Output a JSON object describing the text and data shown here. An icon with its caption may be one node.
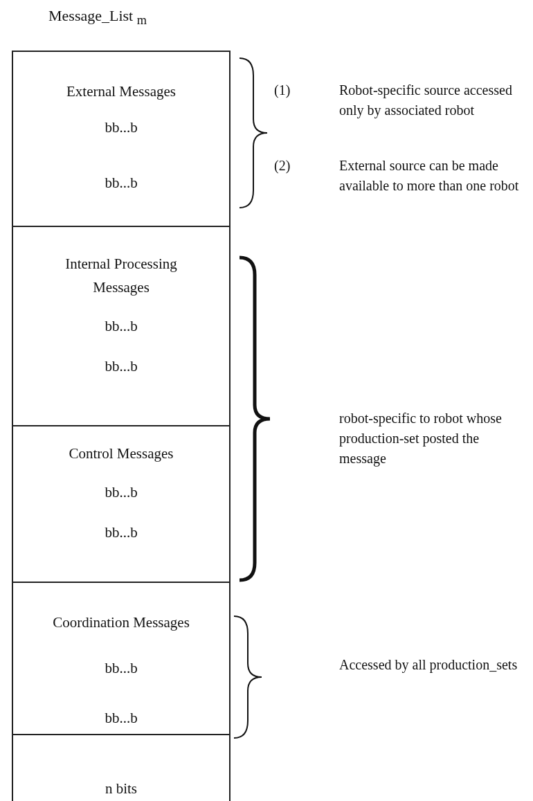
{
  "diagram": {
    "title": "Message_List $_{m}$",
    "nodes": [
      {
        "text": [
          "External Messages",
          "bb...b",
          "bb...b"
        ]
      },
      {
        "text": [
          "Internal Processing Messages",
          "bb...b",
          "bb...b"
        ]
      },
      {
        "text": [
          "Control Messages",
          "bb...b",
          "bb...b"
        ]
      },
      {
        "text": [
          "Coordination Messages",
          "bb...b",
          "bb...b"
        ]
      },
      {
        "text": [
          "n bits"
        ]
      }
    ],
    "edges": [],
    "labels": [
      "(1)",
      "Robot-specific source accessed only by associated robot",
      "(2)",
      "External source can be made available to more than one robot",
      "robot-specific to robot whose production-set posted the message",
      "Accessed by all production_sets"
    ]
  }
}
